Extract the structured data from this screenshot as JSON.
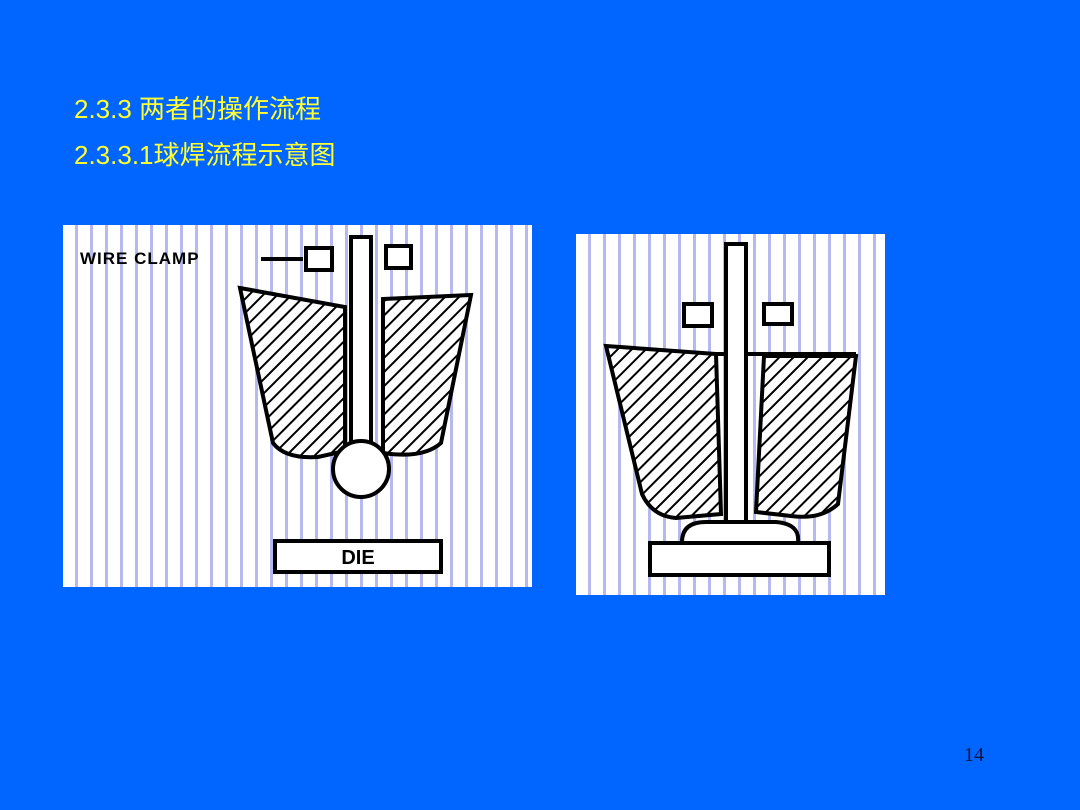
{
  "slide": {
    "title_line1": "2.3.3 两者的操作流程",
    "title_line2": "2.3.3.1球焊流程示意图",
    "page_number": "14",
    "background_color": "#0066FF",
    "title_color": "#FFFF33"
  },
  "figure_left": {
    "clamp_label": "WIRE CLAMP",
    "die_label": "DIE"
  },
  "figure_right": {}
}
